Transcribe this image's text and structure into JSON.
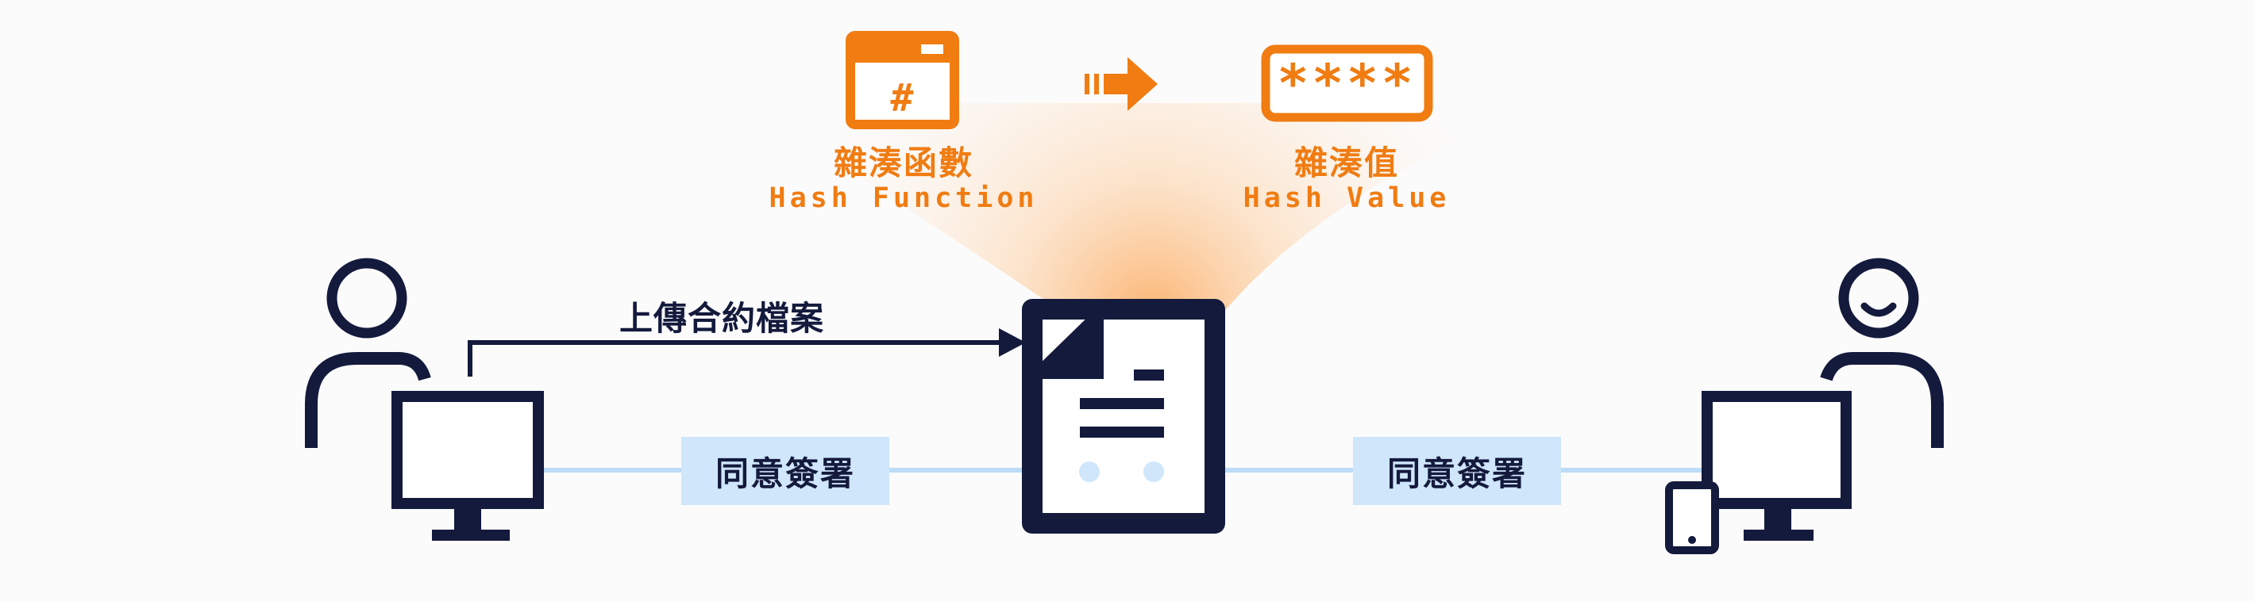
{
  "hash_function": {
    "icon": "hash-window-icon",
    "symbol": "#",
    "label_cn": "雜湊函數",
    "label_en": "Hash Function"
  },
  "arrow": {
    "icon": "right-arrow-icon"
  },
  "hash_value": {
    "icon": "masked-value-icon",
    "symbol": "****",
    "label_cn": "雜湊值",
    "label_en": "Hash Value"
  },
  "upload": {
    "label": "上傳合約檔案"
  },
  "left_agree": {
    "label": "同意簽署"
  },
  "right_agree": {
    "label": "同意簽署"
  },
  "colors": {
    "orange": "#f07c12",
    "navy": "#141a3c",
    "light_blue": "#cfe6fb",
    "line_blue": "#bcdcf7"
  }
}
